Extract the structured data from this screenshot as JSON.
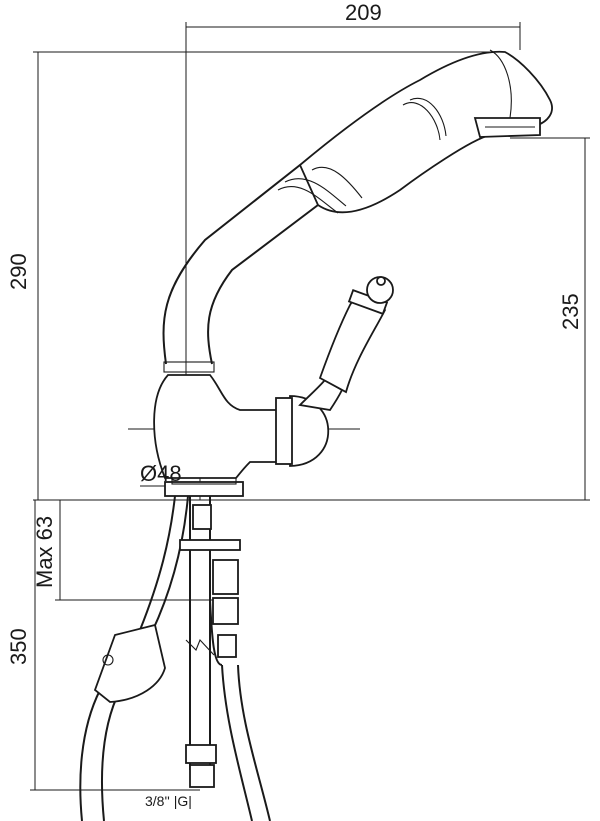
{
  "dimensions": {
    "top_width": "209",
    "total_height": "290",
    "spout_height": "235",
    "base_diameter": "Ø48",
    "max_thickness": "Max 63",
    "hose_length": "350",
    "connection": "3/8'' |G|"
  },
  "colors": {
    "line": "#1a1a1a",
    "background": "#ffffff"
  }
}
